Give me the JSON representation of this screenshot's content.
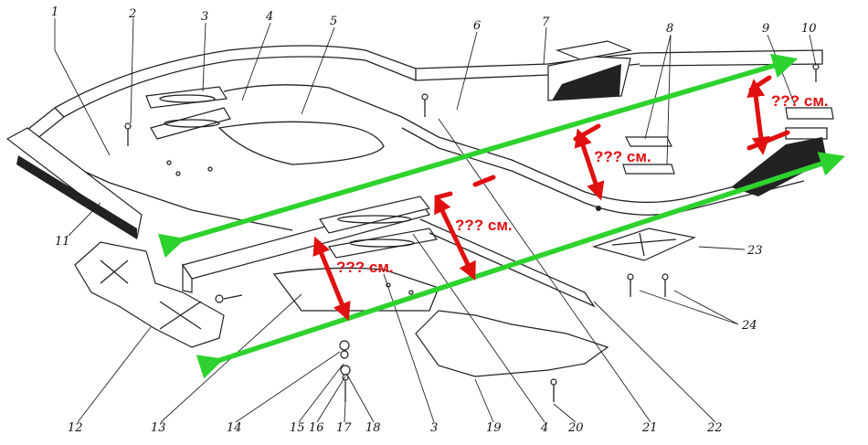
{
  "callouts": [
    "1",
    "2",
    "3",
    "4",
    "5",
    "6",
    "7",
    "8",
    "9",
    "10",
    "11",
    "12",
    "13",
    "14",
    "15",
    "16",
    "17",
    "18",
    "3",
    "19",
    "4",
    "20",
    "21",
    "22",
    "23",
    "24"
  ],
  "measurements": [
    "??? см.",
    "??? см.",
    "??? см.",
    "??? см."
  ],
  "colors": {
    "measurement": "#e01010",
    "diagonal_arrow": "#2ed22e",
    "drawing": "#222222"
  }
}
